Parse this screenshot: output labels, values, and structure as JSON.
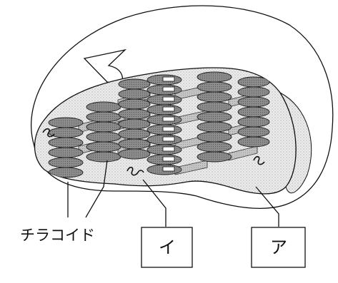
{
  "labels": {
    "thylakoid": "チラコイド",
    "box_i": "イ",
    "box_a": "ア"
  },
  "colors": {
    "stroma_fill": "#ececec",
    "granum_fill": "#8e8e8e",
    "lamella_fill": "#b4b4b4",
    "outline": "#111111"
  }
}
